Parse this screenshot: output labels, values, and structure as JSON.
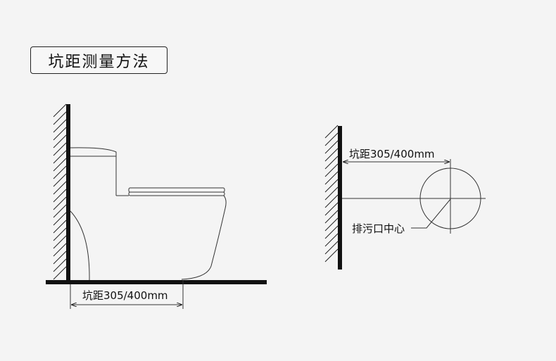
{
  "title": "坑距测量方法",
  "left_diagram": {
    "dimension_label": "坑距305/400mm"
  },
  "right_diagram": {
    "dimension_label": "坑距305/400mm",
    "center_label": "排污口中心"
  }
}
